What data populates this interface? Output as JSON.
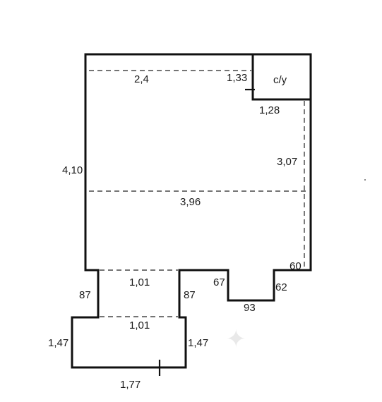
{
  "bathroom": {
    "label": "с/у"
  },
  "dimensions": {
    "top_width": "2,4",
    "bathroom_wall": "1,33",
    "bathroom_width": "1,28",
    "left_height": "4,10",
    "right_height": "3,07",
    "room_width": "3,96",
    "right_notch": "60",
    "notch_left_depth": "67",
    "notch_right_depth": "62",
    "notch_width": "93",
    "corridor_top": "1,01",
    "corridor_left": "87",
    "corridor_right": "87",
    "corridor_bottom": "1,01",
    "lower_left": "1,47",
    "lower_right": "1,47",
    "bottom_width": "1,77"
  },
  "colors": {
    "wall": "#111111",
    "text": "#1a1a1a",
    "background": "#ffffff"
  }
}
